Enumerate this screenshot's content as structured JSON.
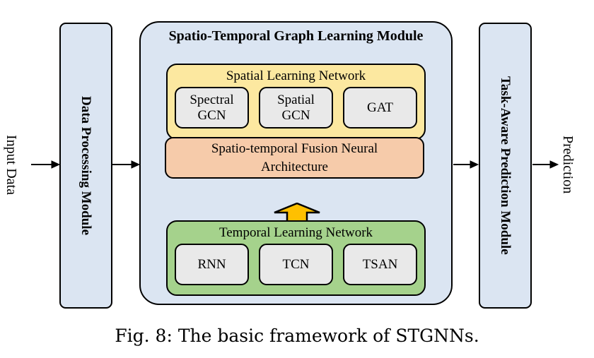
{
  "figure": {
    "caption": "Fig. 8: The basic framework of STGNNs."
  },
  "diagram": {
    "input_label": "Input Data",
    "output_label": "Prediction",
    "data_processing_module": {
      "label": "Data Processing Module"
    },
    "graph_learning_module": {
      "title": "Spatio-Temporal Graph Learning Module",
      "spatial_network": {
        "title": "Spatial Learning Network",
        "methods": [
          "Spectral GCN",
          "Spatial GCN",
          "GAT"
        ]
      },
      "fusion": {
        "label": "Spatio-temporal Fusion Neural Architecture"
      },
      "temporal_network": {
        "title": "Temporal Learning Network",
        "methods": [
          "RNN",
          "TCN",
          "TSAN"
        ]
      }
    },
    "prediction_module": {
      "label": "Task-Aware Prediction Module"
    }
  },
  "colors": {
    "module_fill": "#dbe5f2",
    "yellow_fill": "#fce8a0",
    "peach_fill": "#f6cbaa",
    "green_fill": "#a5d28c",
    "gray_fill": "#e9e9e9",
    "arrow_gold": "#ffc000",
    "border": "#000000"
  }
}
